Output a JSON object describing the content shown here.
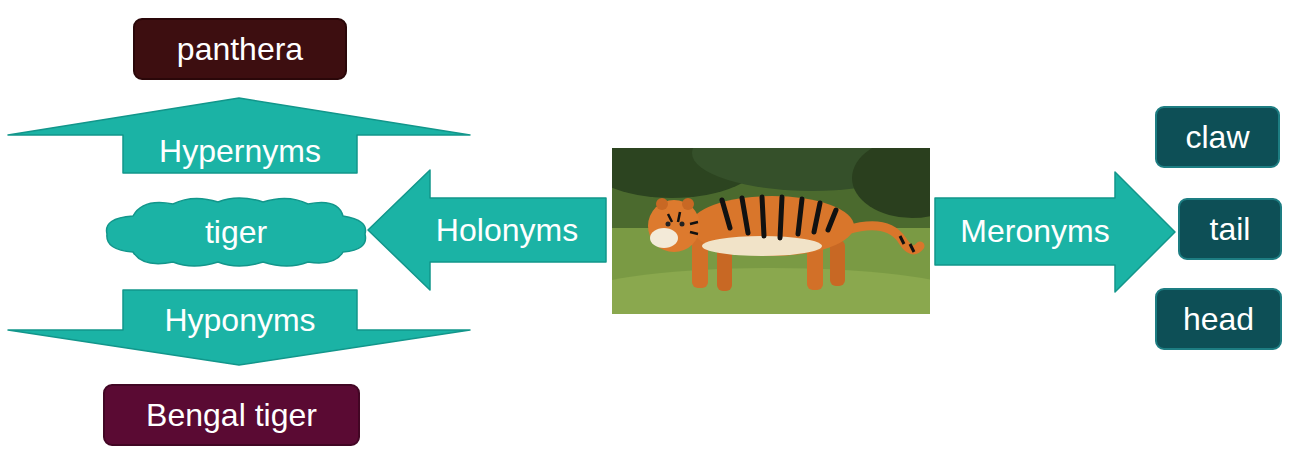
{
  "diagram": {
    "nodes": [
      {
        "text": [
          "panthera"
        ]
      },
      {
        "text": [
          "Hypernyms"
        ]
      },
      {
        "text": [
          "tiger"
        ]
      },
      {
        "text": [
          "Hyponyms"
        ]
      },
      {
        "text": [
          "Bengal tiger"
        ]
      },
      {
        "text": [
          "Holonyms"
        ]
      },
      {
        "text": [
          "Meronyms"
        ]
      },
      {
        "text": [
          "claw"
        ]
      },
      {
        "text": [
          "tail"
        ]
      },
      {
        "text": [
          "head"
        ]
      }
    ]
  }
}
